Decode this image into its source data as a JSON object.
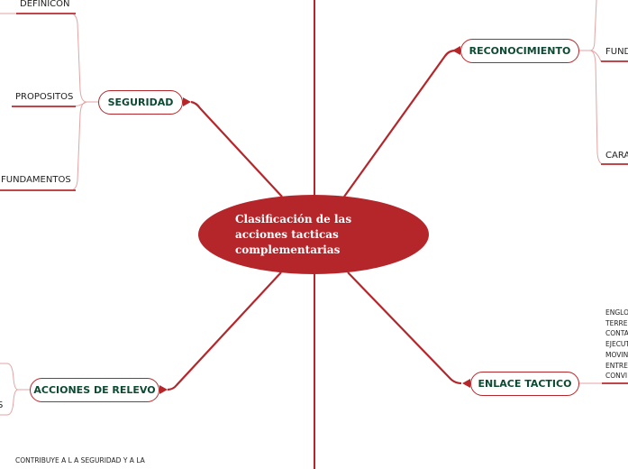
{
  "central": {
    "lines": [
      "Clasificación de las",
      "acciones tacticas",
      "complementarias"
    ]
  },
  "topics": {
    "seguridad": {
      "label": "SEGURIDAD",
      "children": [
        "DEFINICON",
        "PROPOSITOS",
        "FUNDAMENTOS"
      ]
    },
    "reconocimiento": {
      "label": "RECONOCIMIENTO",
      "children": [
        "FUND",
        "CARA"
      ]
    },
    "relevo": {
      "label": "ACCIONES DE RELEVO",
      "children": [
        "S"
      ],
      "note": "CONTRIBUYE A L A SEGURIDAD Y A LA"
    },
    "enlace": {
      "label": "ENLACE TACTICO",
      "text": "ENGLO\nTERRE\nCONTA\nEJECUT\nMOVIN\nENTRE\nCONVI"
    }
  },
  "colors": {
    "accent": "#b5262b",
    "topic_text": "#0c4a32",
    "branch": "#e8a0a0"
  }
}
